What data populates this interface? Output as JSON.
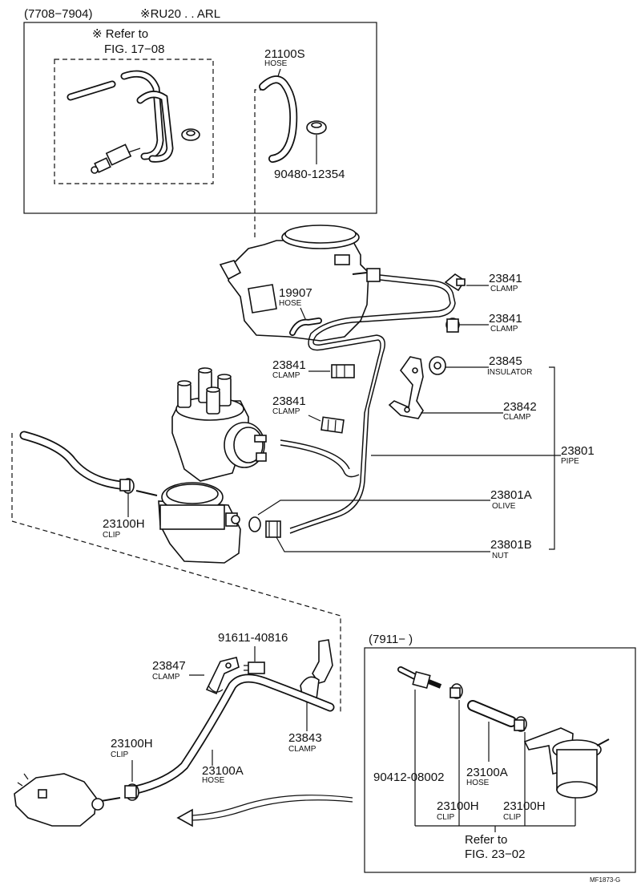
{
  "header": {
    "date_range": "(7708−7904)",
    "model_note": "※RU20 . . ARL"
  },
  "inset_top": {
    "refer_line1": "※ Refer to",
    "refer_line2": "FIG. 17−08",
    "hose_num": "21100S",
    "hose_name": "HOSE",
    "grommet_num": "90480-12354"
  },
  "parts": {
    "hose_19907_num": "19907",
    "hose_19907_name": "HOSE",
    "clamp1_num": "23841",
    "clamp1_name": "CLAMP",
    "clamp2_num": "23841",
    "clamp2_name": "CLAMP",
    "clamp3_num": "23841",
    "clamp3_name": "CLAMP",
    "clamp4_num": "23841",
    "clamp4_name": "CLAMP",
    "insulator_num": "23845",
    "insulator_name": "INSULATOR",
    "clamp_23842_num": "23842",
    "clamp_23842_name": "CLAMP",
    "pipe_num": "23801",
    "pipe_name": "PIPE",
    "olive_num": "23801A",
    "olive_name": "OLIVE",
    "nut_num": "23801B",
    "nut_name": "NUT",
    "clip_upper_num": "23100H",
    "clip_upper_name": "CLIP",
    "bolt_num": "91611-40816",
    "clamp_23847_num": "23847",
    "clamp_23847_name": "CLAMP",
    "clamp_23843_num": "23843",
    "clamp_23843_name": "CLAMP",
    "clip_lower_num": "23100H",
    "clip_lower_name": "CLIP",
    "hose_lower_num": "23100A",
    "hose_lower_name": "HOSE"
  },
  "inset_bottom": {
    "date_range": "(7911−          )",
    "union_num": "90412-08002",
    "hose_num": "23100A",
    "hose_name": "HOSE",
    "clip1_num": "23100H",
    "clip1_name": "CLIP",
    "clip2_num": "23100H",
    "clip2_name": "CLIP",
    "refer_line1": "Refer to",
    "refer_line2": "FIG. 23−02"
  },
  "footer": {
    "code": "MF1873-G"
  }
}
